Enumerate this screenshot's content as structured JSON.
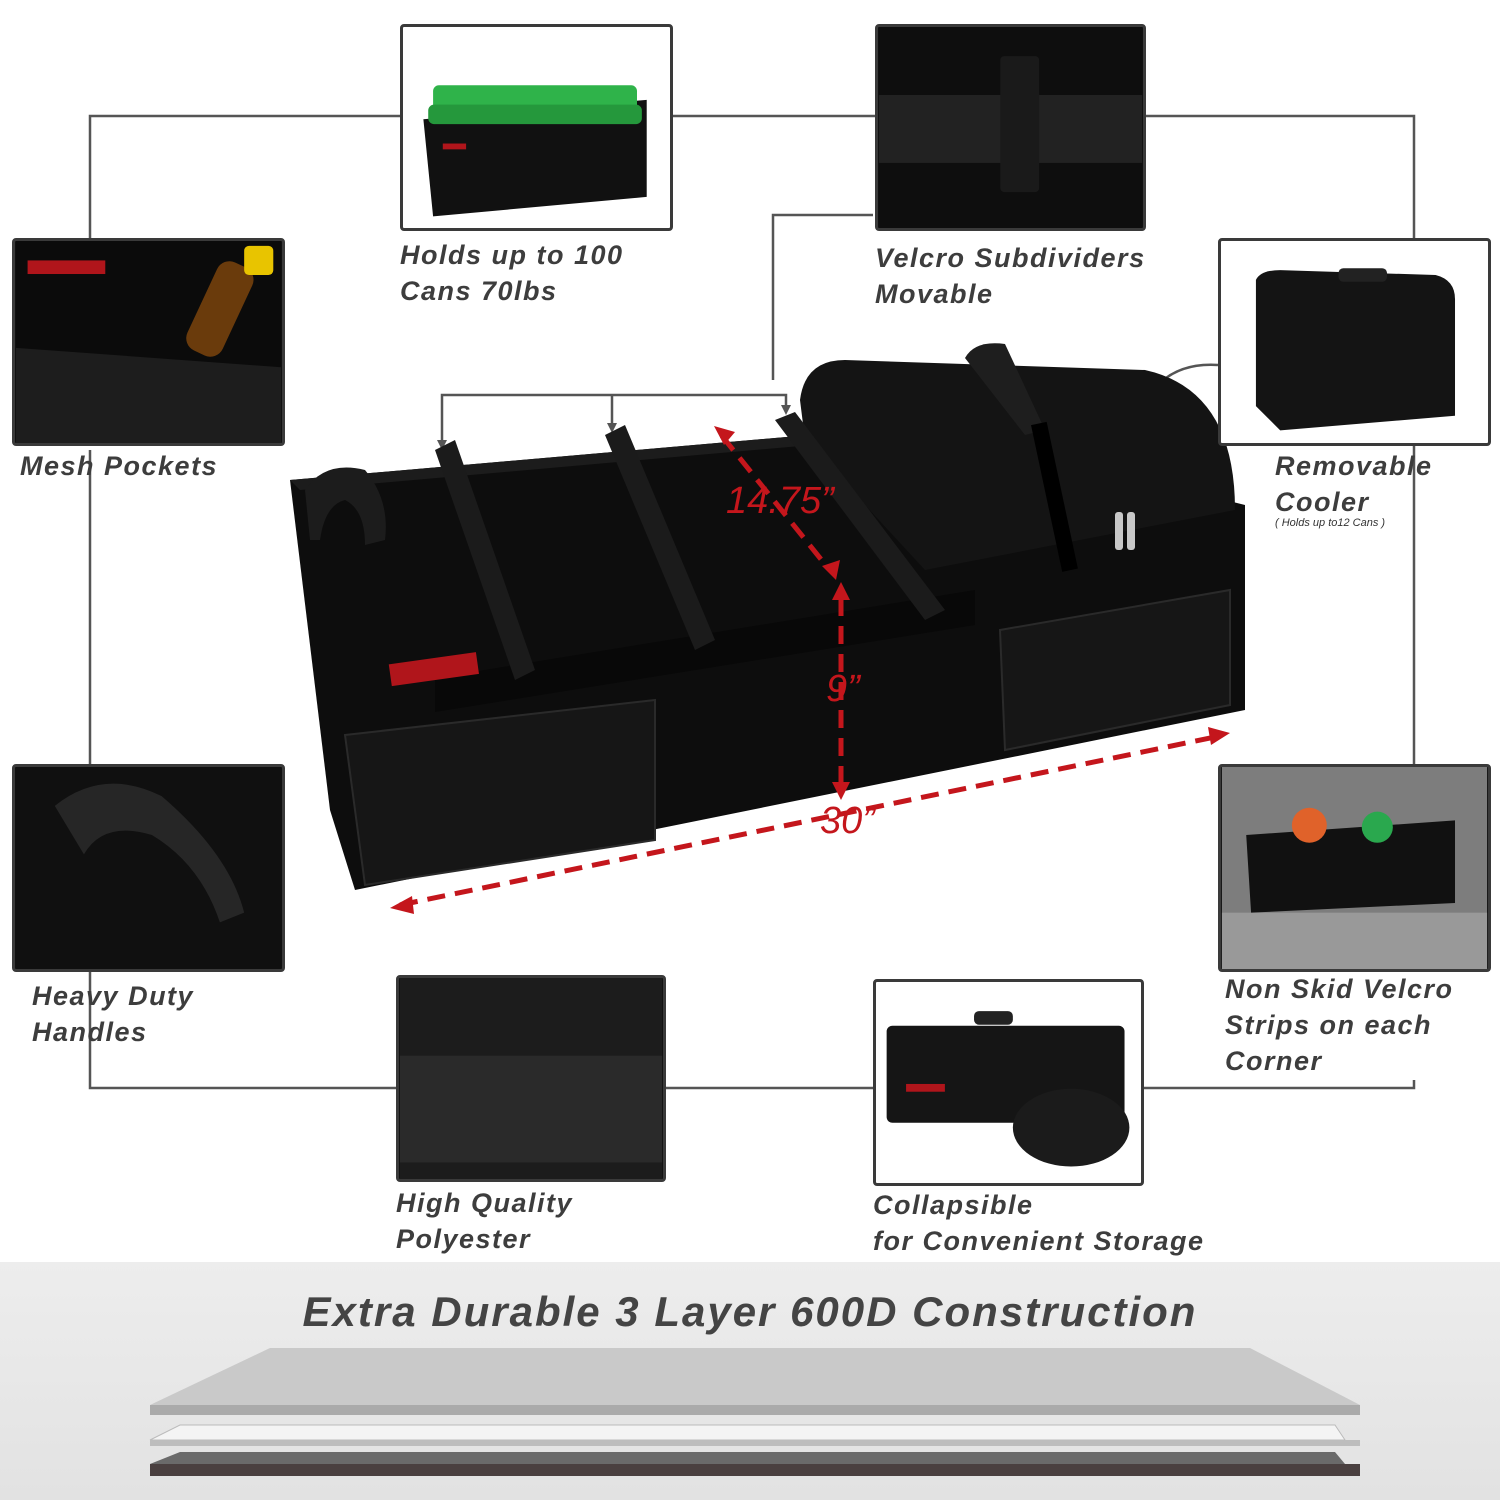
{
  "features": {
    "cans": {
      "line1": "Holds up to 100",
      "line2": "Cans 70lbs"
    },
    "velcro": {
      "line1": "Velcro Subdividers",
      "line2": "Movable"
    },
    "mesh": {
      "line1": "Mesh Pockets"
    },
    "cooler": {
      "line1": "Removable",
      "line2": "Cooler",
      "note": "( Holds up to12 Cans )"
    },
    "handles": {
      "line1": "Heavy Duty",
      "line2": "Handles"
    },
    "nonskid": {
      "line1": "Non Skid Velcro",
      "line2": "Strips on each",
      "line3": "Corner"
    },
    "polyester": {
      "line1": "High Quality",
      "line2": "Polyester"
    },
    "collapsible": {
      "line1": "Collapsible",
      "line2": "for Convenient Storage"
    }
  },
  "dimensions": {
    "depth": "14.75”",
    "height": "9”",
    "length": "30”"
  },
  "footer": {
    "title": "Extra Durable 3 Layer 600D Construction"
  },
  "colors": {
    "dimension_red": "#c4161c",
    "label_gray": "#3d3d3d",
    "product_black": "#0d0d0d"
  }
}
